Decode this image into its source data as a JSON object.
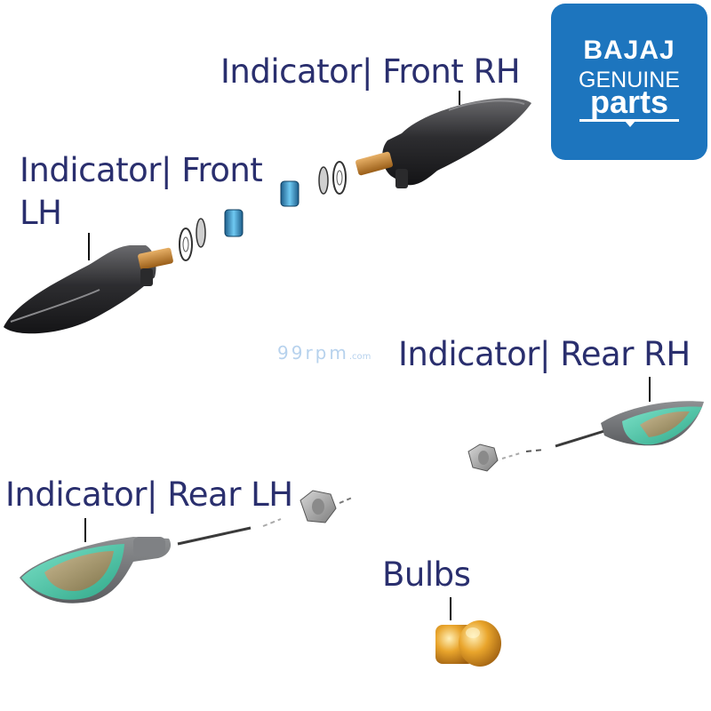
{
  "logo": {
    "brand": "BAJAJ",
    "line2": "GENUINE",
    "line3": "parts",
    "bg_color": "#1d75be"
  },
  "watermark": {
    "text": "99rpm",
    "suffix": ".com"
  },
  "labels": {
    "front_rh": "Indicator| Front RH",
    "front_lh": "Indicator| Front LH",
    "rear_rh": "Indicator| Rear RH",
    "rear_lh": "Indicator| Rear LH",
    "bulbs": "Bulbs"
  },
  "colors": {
    "label": "#2a2f6e",
    "housing": "#2b2b2d",
    "stem": "#c9862e",
    "clear_lens": "#3fc6a6",
    "bulb": "#e4a12c",
    "blue_part": "#4aa6d8"
  }
}
